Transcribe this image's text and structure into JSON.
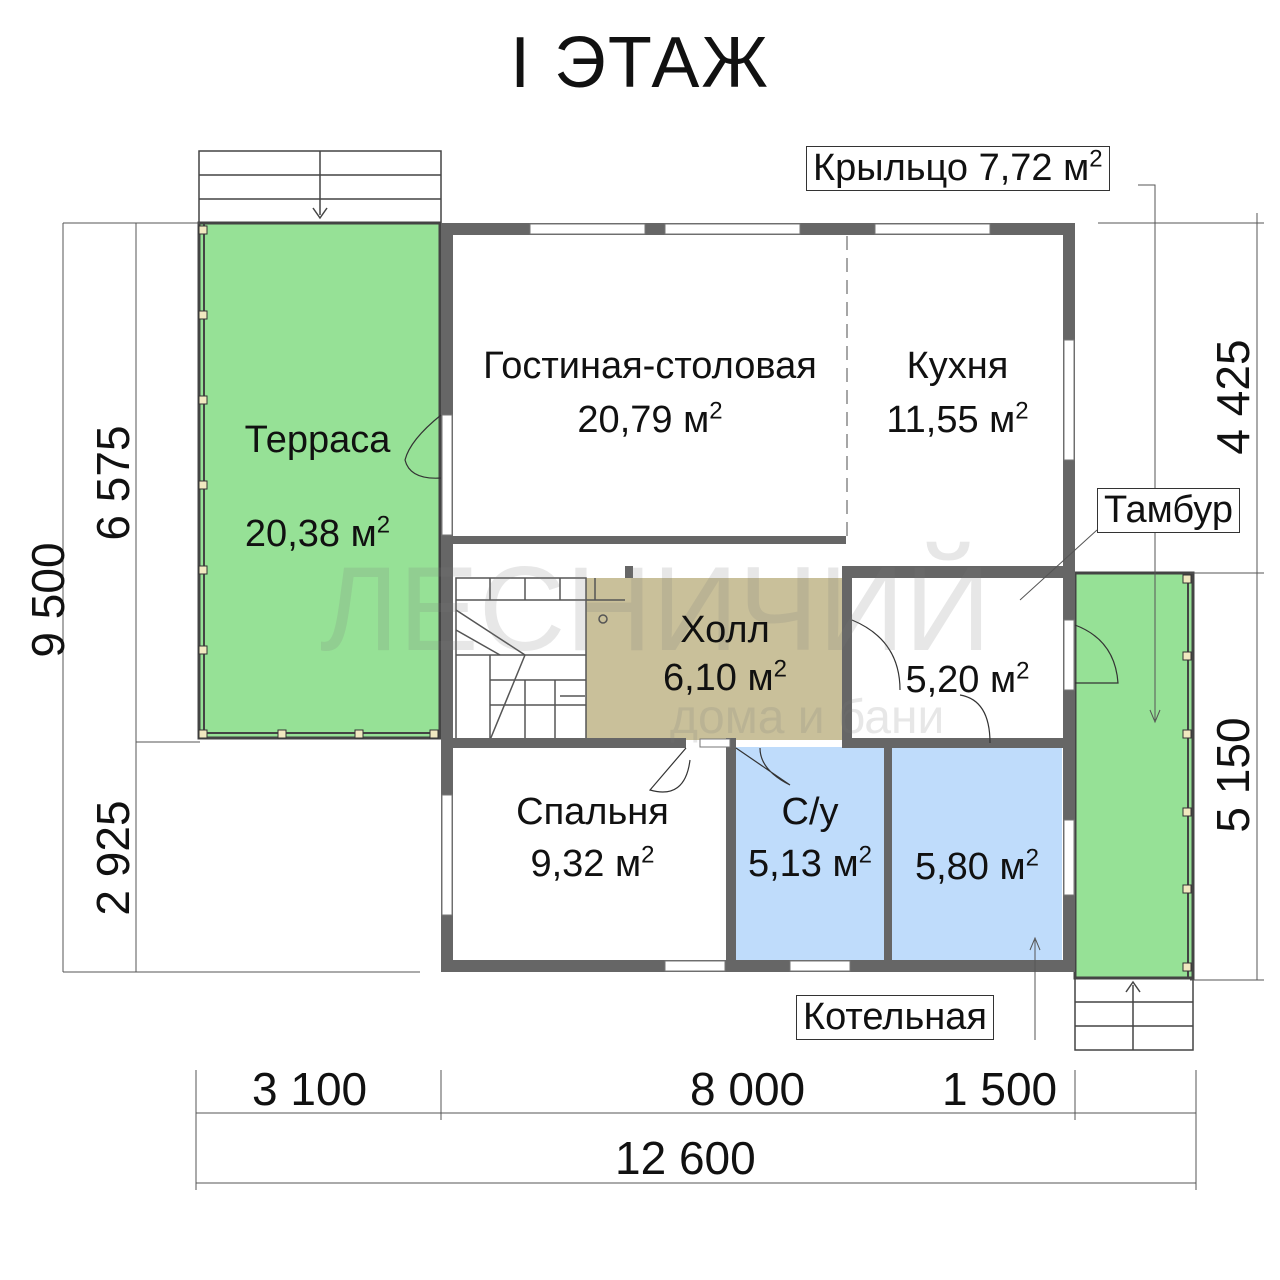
{
  "title": "I ЭТАЖ",
  "rooms": {
    "terrace": {
      "name": "Терраса",
      "area": "20,38 м",
      "unit_sup": "2"
    },
    "living": {
      "name": "Гостиная-столовая",
      "area": "20,79 м",
      "unit_sup": "2"
    },
    "kitchen": {
      "name": "Кухня",
      "area": "11,55 м",
      "unit_sup": "2"
    },
    "hall": {
      "name": "Холл",
      "area": "6,10 м",
      "unit_sup": "2"
    },
    "vestibule": {
      "name": "Тамбур",
      "area": "5,20 м",
      "unit_sup": "2"
    },
    "bedroom": {
      "name": "Спальня",
      "area": "9,32 м",
      "unit_sup": "2"
    },
    "bathroom": {
      "name": "С/у",
      "area": "5,13 м",
      "unit_sup": "2"
    },
    "boiler": {
      "name": "Котельная",
      "area": "5,80 м",
      "unit_sup": "2"
    },
    "porch": {
      "label": "Крыльцо 7,72 м",
      "unit_sup": "2"
    }
  },
  "dimensions": {
    "bottom": [
      "3 100",
      "8 000",
      "1 500"
    ],
    "bottom_total": "12 600",
    "left_outer": "9 500",
    "left_upper": "6 575",
    "left_lower": "2 925",
    "right_upper": "4 425",
    "right_lower": "5 150"
  },
  "watermark": {
    "main": "ЛЕСНИЧИЙ",
    "sub": "дома и бани"
  },
  "colors": {
    "terrace_fill": "#96e196",
    "hall_fill": "#c9c09a",
    "wet_fill": "#bfdcfb",
    "wall": "#666666"
  }
}
